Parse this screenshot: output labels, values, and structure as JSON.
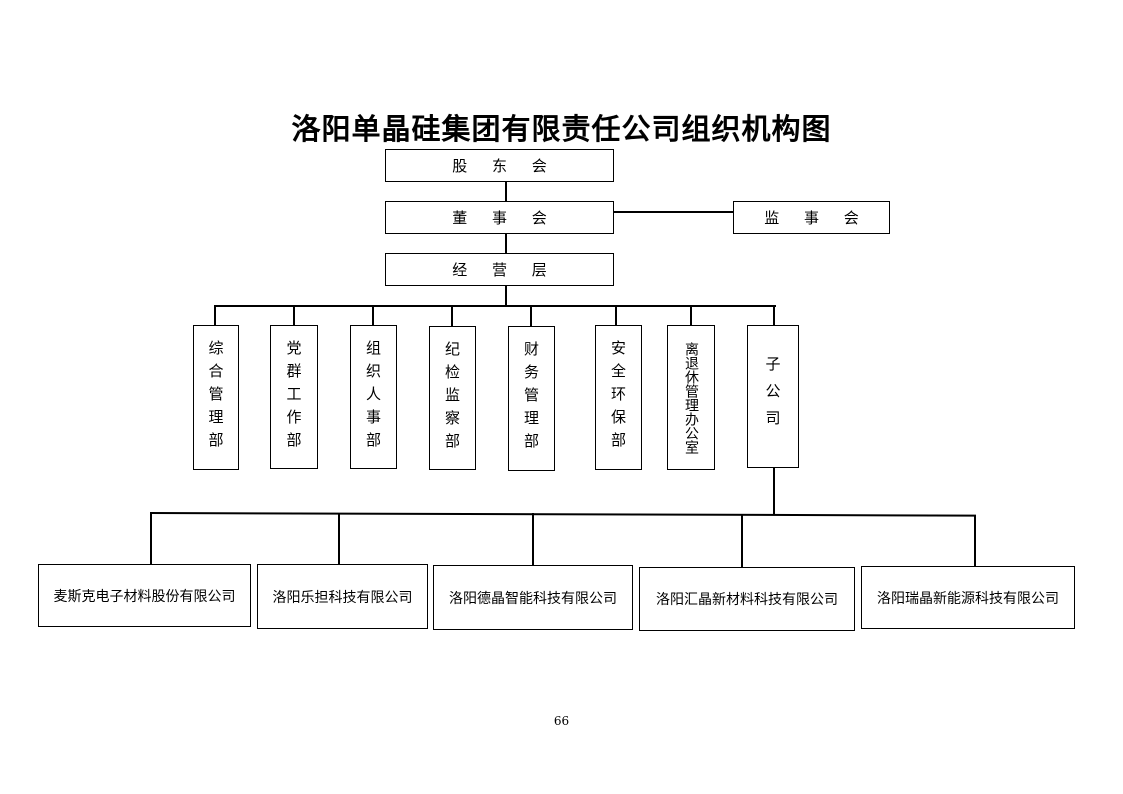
{
  "title": "洛阳单晶硅集团有限责任公司组织机构图",
  "top_nodes": {
    "shareholders": "股 东 会",
    "board": "董 事 会",
    "supervisors": "监 事 会",
    "management": "经 营 层"
  },
  "departments": [
    "综合管理部",
    "党群工作部",
    "组织人事部",
    "纪检监察部",
    "财务管理部",
    "安全环保部",
    "离退休管理办公室",
    "子公司"
  ],
  "subsidiaries": [
    "麦斯克电子材料股份有限公司",
    "洛阳乐担科技有限公司",
    "洛阳德晶智能科技有限公司",
    "洛阳汇晶新材料科技有限公司",
    "洛阳瑞晶新能源科技有限公司"
  ],
  "page_number": "66"
}
